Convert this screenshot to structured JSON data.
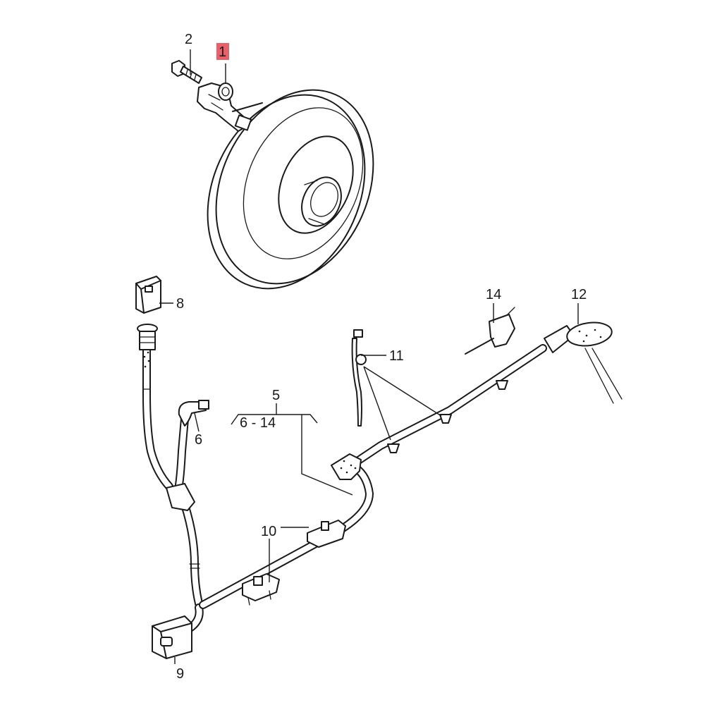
{
  "diagram": {
    "highlight_color": "#e8606a",
    "highlighted_callout": "1",
    "callouts": {
      "c1": "1",
      "c2": "2",
      "c5": "5",
      "c5_range": "6 - 14",
      "c6": "6",
      "c8": "8",
      "c9": "9",
      "c10": "10",
      "c11": "11",
      "c12": "12",
      "c14": "14"
    }
  }
}
